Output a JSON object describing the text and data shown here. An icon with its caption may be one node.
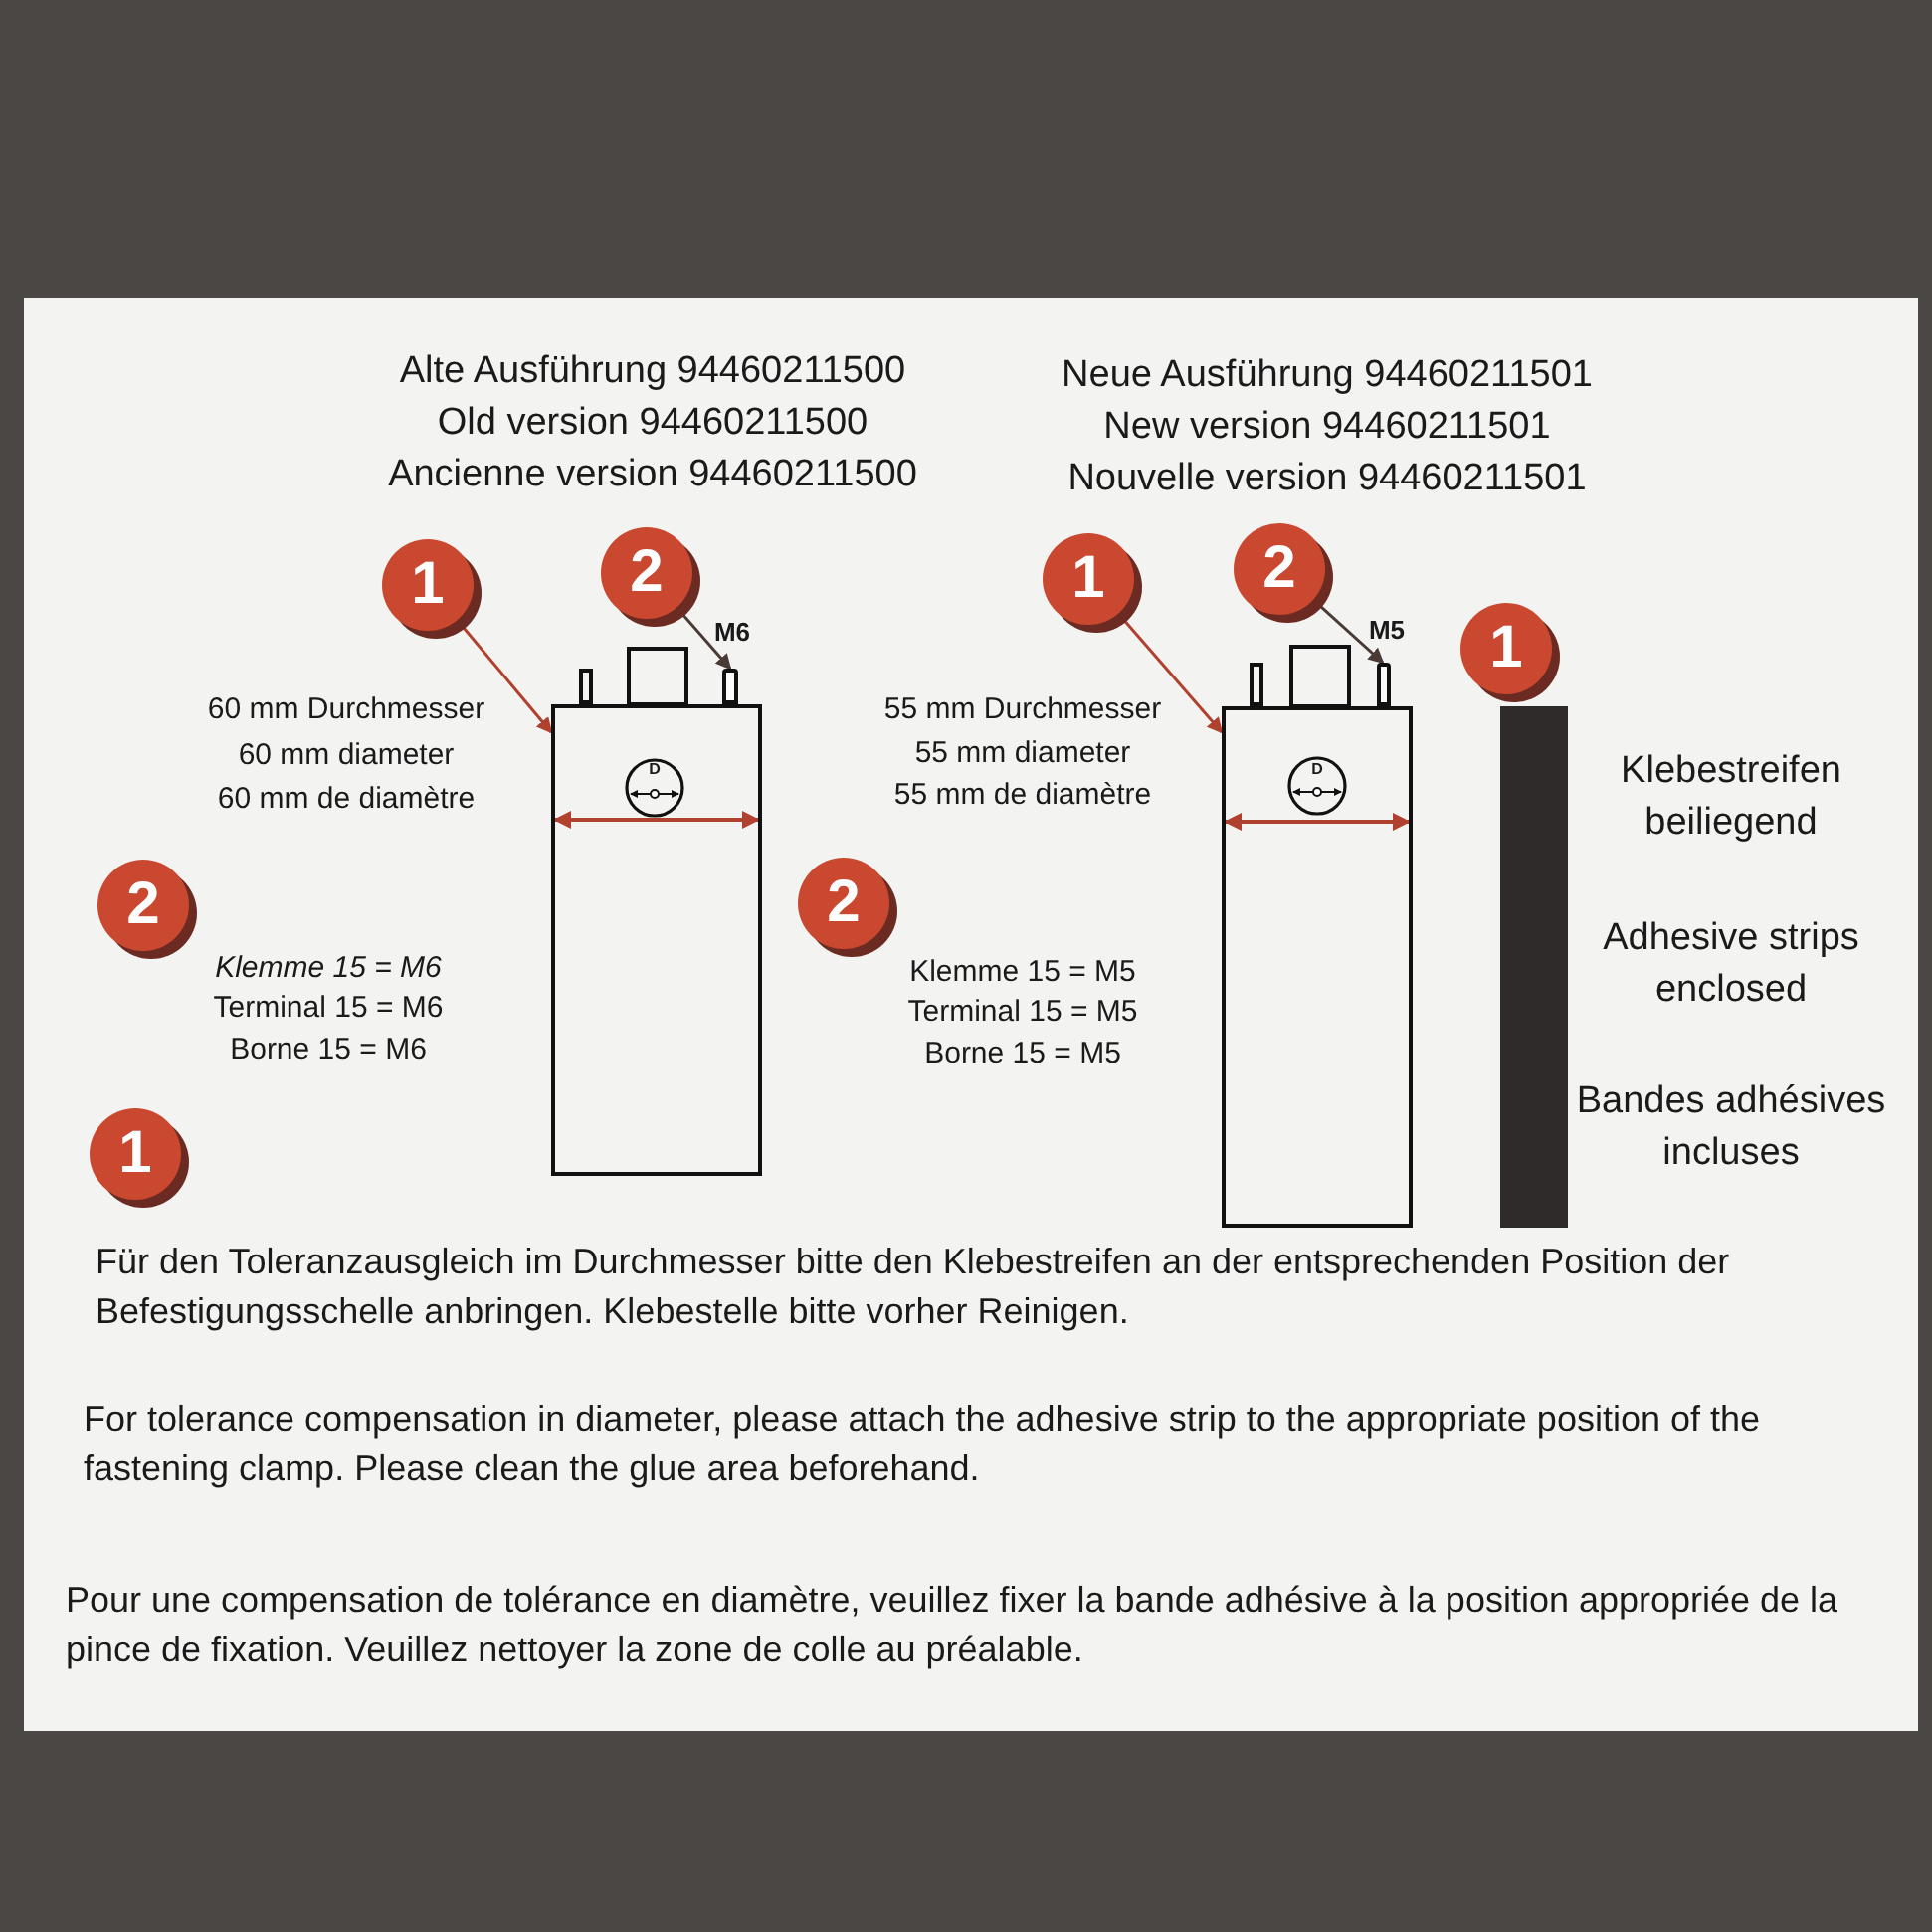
{
  "diagram": {
    "nodes": [
      {
        "text": [
          "1"
        ]
      },
      {
        "text": [
          "2"
        ]
      },
      {
        "text": [],
        "shape": "box"
      },
      {
        "text": [],
        "shape": "bar"
      },
      {
        "text": [
          "1"
        ]
      },
      {
        "text": [
          "2"
        ]
      },
      {
        "text": [],
        "shape": "box"
      },
      {
        "text": [],
        "shape": "bar"
      },
      {
        "text": [
          "1"
        ]
      },
      {
        "text": [
          "2"
        ]
      },
      {
        "text": [
          "2"
        ]
      },
      {
        "text": [
          "1"
        ]
      }
    ],
    "edges": [
      {
        "from": 0,
        "to": 2,
        "arrow": "to",
        "color": "#b0412e"
      },
      {
        "from": 1,
        "to": 3,
        "arrow": "to",
        "color": "#4a3a36"
      },
      {
        "from": 4,
        "to": 6,
        "arrow": "to",
        "color": "#b0412e"
      },
      {
        "from": 5,
        "to": 7,
        "arrow": "to",
        "color": "#4a3a36"
      }
    ],
    "labels": [
      "Alte Ausführung 94460211500",
      "Old version 94460211500",
      "Ancienne version 94460211500",
      "Neue Ausführung 94460211501",
      "New version 94460211501",
      "Nouvelle version 94460211501",
      "M6",
      "M5",
      "60 mm Durchmesser",
      "60 mm diameter",
      "60 mm de diamètre",
      "D",
      "55 mm Durchmesser",
      "55 mm diameter",
      "55 mm de diamètre",
      "D",
      "Klebestreifen beiliegend",
      "Adhesive strips enclosed",
      "Bandes adhésives incluses",
      "Klemme 15 = M6",
      "Terminal 15 = M6",
      "Borne 15 = M6",
      "Klemme 15 = M5",
      "Terminal 15 = M5",
      "Borne 15 = M5",
      "Für den Toleranzausgleich im Durchmesser bitte den Klebestreifen an der entsprechenden Position der Befestigungsschelle anbringen. Klebestelle bitte vorher Reinigen.",
      "For tolerance compensation in diameter, please attach the adhesive strip to the appropriate position of the fastening clamp. Please clean the glue area beforehand.",
      "Pour une compensation de tolérance en diamètre, veuillez fixer la bande adhésive à la position appropriée de la pince de fixation. Veuillez nettoyer la zone de colle au préalable."
    ]
  }
}
